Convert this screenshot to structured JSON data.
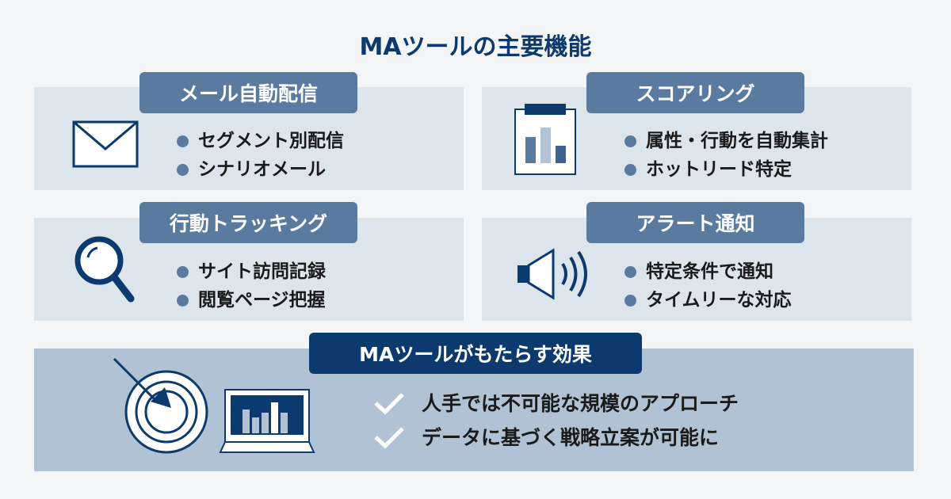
{
  "title": "MAツールの主要機能",
  "features": [
    {
      "label": "メール自動配信",
      "icon": "envelope-icon",
      "items": [
        "セグメント別配信",
        "シナリオメール"
      ]
    },
    {
      "label": "スコアリング",
      "icon": "clipboard-chart-icon",
      "items": [
        "属性・行動を自動集計",
        "ホットリード特定"
      ]
    },
    {
      "label": "行動トラッキング",
      "icon": "magnifier-icon",
      "items": [
        "サイト訪問記録",
        "閲覧ページ把握"
      ]
    },
    {
      "label": "アラート通知",
      "icon": "speaker-icon",
      "items": [
        "特定条件で通知",
        "タイムリーな対応"
      ]
    }
  ],
  "effects": {
    "label": "MAツールがもたらす効果",
    "items": [
      "人手では不可能な規模のアプローチ",
      "データに基づく戦略立案が可能に"
    ]
  },
  "colors": {
    "navy": "#0d3a6e",
    "label": "#5b7aa0",
    "card": "#dce4ec",
    "bottom": "#b0c2d4"
  }
}
